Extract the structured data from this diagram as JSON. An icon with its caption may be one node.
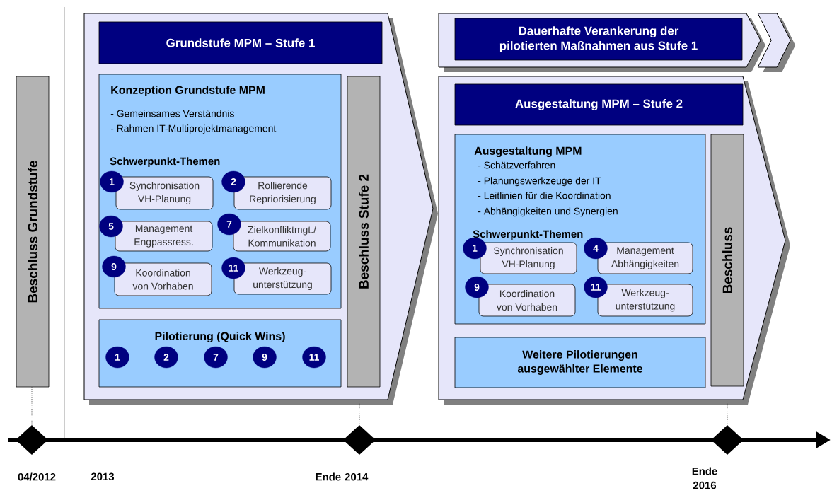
{
  "diagram": {
    "nodes": [
      {
        "text": [
          "Beschluss Grundstufe"
        ]
      },
      {
        "text": [],
        "shape": "pentagon"
      },
      {
        "text": [
          "Grundstufe MPM – Stufe 1"
        ],
        "in": 1
      },
      {
        "text": [
          "Konzeption Grundstufe MPM",
          "- Gemeinsames Verständnis",
          "- Rahmen IT-Multiprojektmanagement",
          "Schwerpunkt-Themen"
        ],
        "in": 1
      },
      {
        "text": [
          "1"
        ],
        "in": 3
      },
      {
        "text": [
          "Synchronisation VH-Planung"
        ],
        "in": 3
      },
      {
        "text": [
          "2"
        ],
        "in": 3
      },
      {
        "text": [
          "Rollierende Repriorisierung"
        ],
        "in": 3
      },
      {
        "text": [
          "5"
        ],
        "in": 3
      },
      {
        "text": [
          "Management Engpassress."
        ],
        "in": 3
      },
      {
        "text": [
          "7"
        ],
        "in": 3
      },
      {
        "text": [
          "Zielkonfliktmgt./ Kommunikation"
        ],
        "in": 3
      },
      {
        "text": [
          "9"
        ],
        "in": 3
      },
      {
        "text": [
          "Koordination von Vorhaben"
        ],
        "in": 3
      },
      {
        "text": [
          "11"
        ],
        "in": 3
      },
      {
        "text": [
          "Werkzeug- unterstützung"
        ],
        "in": 3
      },
      {
        "text": [
          "Pilotierung (Quick Wins)"
        ],
        "in": 1
      },
      {
        "text": [
          "1"
        ],
        "in": 16
      },
      {
        "text": [
          "2"
        ],
        "in": 16
      },
      {
        "text": [
          "7"
        ],
        "in": 16
      },
      {
        "text": [
          "9"
        ],
        "in": 16
      },
      {
        "text": [
          "11"
        ],
        "in": 16
      },
      {
        "text": [
          "Beschluss Stufe 2"
        ],
        "in": 1
      },
      {
        "text": [],
        "shape": "chevron"
      },
      {
        "text": [
          "Dauerhafte Verankerung der pilotierten Maßnahmen aus Stufe 1"
        ],
        "in": 23
      },
      {
        "text": [],
        "shape": "pentagon"
      },
      {
        "text": [
          "Ausgestaltung MPM – Stufe 2"
        ],
        "in": 25
      },
      {
        "text": [
          "Ausgestaltung MPM",
          "- Schätzverfahren",
          "- Planungswerkzeuge der IT",
          "- Leitlinien für die Koordination",
          "- Abhängigkeiten und Synergien",
          "Schwerpunkt-Themen"
        ],
        "in": 25
      },
      {
        "text": [
          "1"
        ],
        "in": 27
      },
      {
        "text": [
          "Synchronisation VH-Planung"
        ],
        "in": 27
      },
      {
        "text": [
          "4"
        ],
        "in": 27
      },
      {
        "text": [
          "Management Abhängigkeiten"
        ],
        "in": 27
      },
      {
        "text": [
          "9"
        ],
        "in": 27
      },
      {
        "text": [
          "Koordination von Vorhaben"
        ],
        "in": 27
      },
      {
        "text": [
          "11"
        ],
        "in": 27
      },
      {
        "text": [
          "Werkzeug- unterstützung"
        ],
        "in": 27
      },
      {
        "text": [
          "Weitere Pilotierungen ausgewählter Elemente"
        ],
        "in": 25
      },
      {
        "text": [
          "Beschluss"
        ],
        "in": 25
      },
      {
        "text": [],
        "shape": "diamond",
        "beside": [
          "04/2012"
        ]
      },
      {
        "text": [],
        "shape": "diamond",
        "beside": [
          "Ende 2014"
        ]
      },
      {
        "text": [],
        "shape": "diamond",
        "beside": [
          "Ende 2016"
        ]
      }
    ],
    "edges": [
      {
        "from": 0,
        "to": 38,
        "arrow": "none",
        "style": "dashed"
      },
      {
        "from": 1,
        "to": 39,
        "arrow": "none",
        "style": "dashed"
      },
      {
        "from": 25,
        "to": 40,
        "arrow": "none",
        "style": "dashed"
      },
      {
        "from": 23,
        "to": null,
        "arrow": "to"
      }
    ],
    "labels": [
      "2013"
    ]
  }
}
